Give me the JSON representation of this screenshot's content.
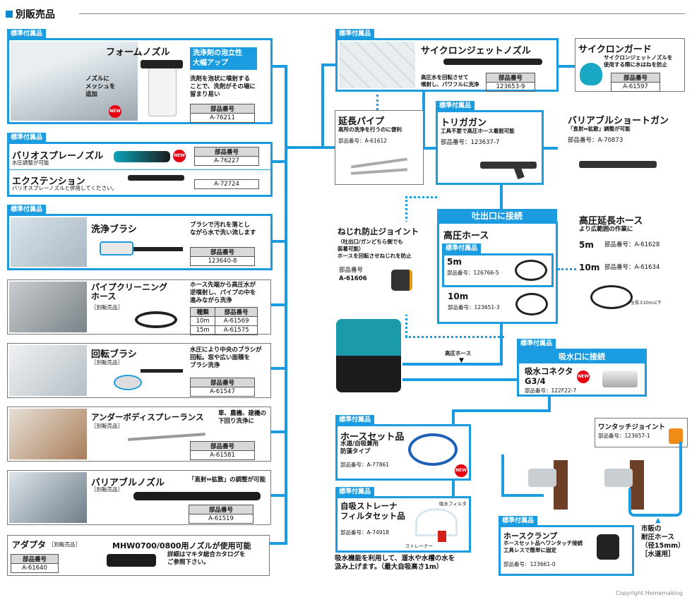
{
  "header": {
    "title": "別販売品"
  },
  "tag_std": "標準付属品",
  "foam": {
    "title": "フォームノズル",
    "badge": "洗浄剤の泡立性\n大幅アップ",
    "desc": "洗剤を泡状に噴射する\nことで、洗剤がその場に\n留まり易い",
    "mesh": "ノズルに\nメッシュを\n追加",
    "pn_label": "部品番号",
    "pn": "A-76211"
  },
  "vario": {
    "title": "バリオスプレーノズル",
    "sub": "水圧調整が可能",
    "pn_label": "部品番号",
    "pn": "A-76227",
    "ext_title": "エクステンション",
    "ext_sub": "バリオスプレーノズルと併用してください。",
    "ext_pn": "A-72724"
  },
  "brush": {
    "title": "洗浄ブラシ",
    "desc": "ブラシで汚れを落とし\nながら水で洗い流します",
    "pn_label": "部品番号",
    "pn": "123640-8"
  },
  "pipe": {
    "title": "パイプクリーニング\nホース",
    "sold": "［別販売品］",
    "desc": "ホース先端から高圧水が\n逆噴射し、パイプの中を\n進みながら洗浄",
    "col1": "種類",
    "col2": "部品番号",
    "r1a": "10m",
    "r1b": "A-61569",
    "r2a": "15m",
    "r2b": "A-61575"
  },
  "rotary": {
    "title": "回転ブラシ",
    "sold": "［別販売品］",
    "desc": "水圧により中央のブラシが\n回転。窓や広い面積を\nブラシ洗浄",
    "pn_label": "部品番号",
    "pn": "A-61547"
  },
  "under": {
    "title": "アンダーボディスプレーランス",
    "desc": "車、農機、建機の\n下回り洗浄に",
    "sold": "［別販売品］",
    "pn_label": "部品番号",
    "pn": "A-61581"
  },
  "variable": {
    "title": "バリアブルノズル",
    "sold": "［別販売品］",
    "desc": "「直射⇔拡散」の調整が可能",
    "pn_label": "部品番号",
    "pn": "A-61519"
  },
  "adapter": {
    "title": "アダプタ",
    "sold": "［別販売品］",
    "pn_label": "部品番号",
    "pn": "A-61640",
    "note": "MHW0700/0800用ノズルが使用可能",
    "desc": "詳細はマキタ総合カタログを\nご参照下さい。"
  },
  "cyclone": {
    "title": "サイクロンジェットノズル",
    "desc": "高圧水を回転させて\n噴射し、パワフルに洗浄",
    "pn_label": "部品番号",
    "pn": "123653-9"
  },
  "guard": {
    "title": "サイクロンガード",
    "desc": "サイクロンジェットノズルを\n使用する際に水はねを防止",
    "pn_label": "部品番号",
    "pn": "A-61597"
  },
  "pipe_ext": {
    "title": "延長パイプ",
    "desc": "高所の洗浄を行うのに便利",
    "pn": "部品番号：A-61612"
  },
  "trigger": {
    "title": "トリガガン",
    "desc": "工具不要で高圧ホース着脱可能",
    "pn": "部品番号：123637-7"
  },
  "short_gun": {
    "title": "バリアブルショートガン",
    "desc": "「直射⇔拡散」調整が可能",
    "pn": "部品番号：A-70873"
  },
  "outlet_bar": "吐出口に接続",
  "hp_hose": {
    "title": "高圧ホース",
    "len1": "5m",
    "pn1": "部品番号：126766-5",
    "len2": "10m",
    "pn2": "部品番号：123651-3"
  },
  "ext_hose": {
    "title": "高圧延長ホース",
    "sub": "より広範囲の作業に",
    "len1": "5m",
    "pn1": "部品番号：A-61628",
    "len2": "10m",
    "pn2": "部品番号：A-61634",
    "note": "※全長さ20m以下"
  },
  "anti_twist": {
    "title": "ねじれ防止ジョイント",
    "desc": "（吐出口/ガンどちら側でも\n装着可能）\nホースを回転させねじれを防止",
    "pn_label": "部品番号",
    "pn": "A-61606"
  },
  "hp_label": "高圧ホース",
  "inlet_bar": "吸水口に接続",
  "suction": {
    "title": "吸水コネクタ\nG3/4",
    "pn": "部品番号：122F22-7"
  },
  "onetouch": {
    "title": "ワンタッチジョイント",
    "pn": "部品番号：123657-1"
  },
  "hose_set": {
    "title": "ホースセット品",
    "sub": "水道/自吸兼用\n防藻タイプ",
    "pn": "部品番号：A-77861"
  },
  "strainer": {
    "title": "自吸ストレーナ\nフィルタセット品",
    "pn": "部品番号：A-74918",
    "lbl1": "吸水フィルタ",
    "lbl2": "ストレーナー",
    "note": "吸水機能を利用して、溜水や水槽の水を\n汲み上げます。（最大自吸高さ1m）"
  },
  "clamp": {
    "title": "ホースクランプ",
    "desc": "ホースセット品へワンタッチ接続\n工具レスで簡単に固定",
    "pn": "部品番号：123661-0"
  },
  "city_hose": "市販の\n耐圧ホース\n（径15mm）\n［水道用］",
  "new_label": "NEW",
  "copyright": "Copyright  Homemaking"
}
